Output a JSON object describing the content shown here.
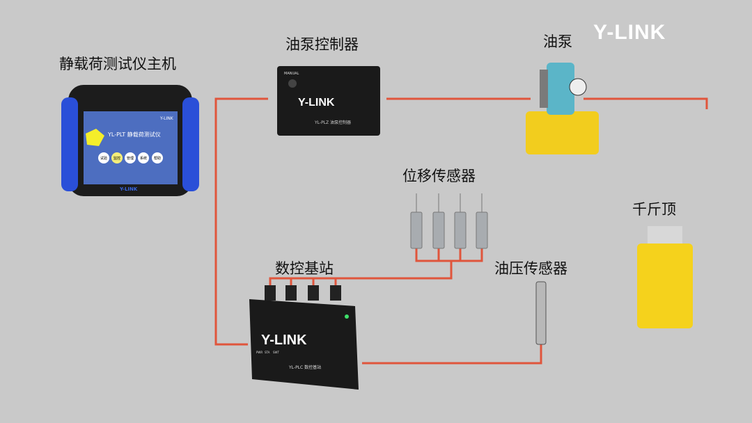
{
  "brand": {
    "logo": "Y-LINK"
  },
  "labels": {
    "host": "静载荷测试仪主机",
    "pump_controller": "油泵控制器",
    "pump": "油泵",
    "displacement_sensor": "位移传感器",
    "jack": "千斤顶",
    "base_station": "数控基站",
    "pressure_sensor": "油压传感器"
  },
  "host_screen": {
    "title": "YL-PLT 静载荷测试仪",
    "brand": "Y-LINK",
    "menu": [
      "试验",
      "监控",
      "管理",
      "系统",
      "帮助"
    ]
  },
  "pump_controller_device": {
    "brand": "Y-LINK",
    "model": "YL-PLZ 油泵控制器",
    "switch": "MANUAL"
  },
  "base_station_device": {
    "brand": "Y-LINK",
    "model": "YL-PLC 数控基站",
    "ports": [
      "PWR",
      "STA",
      "SWT"
    ]
  },
  "colors": {
    "wire": "#e0553c",
    "background": "#c9c9c9",
    "jack": "#f5d21c",
    "host_frame": "#2a4fd8"
  }
}
